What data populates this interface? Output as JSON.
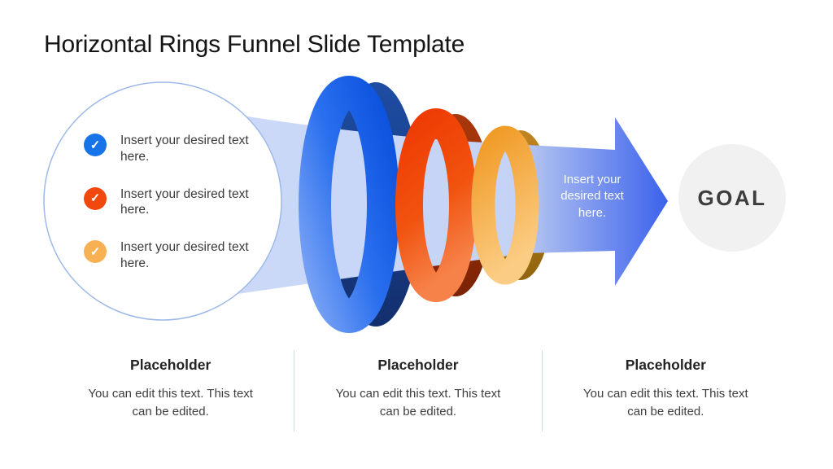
{
  "slide": {
    "title": "Horizontal Rings Funnel Slide Template",
    "background_color": "#ffffff"
  },
  "funnel": {
    "check_glyph": "✓",
    "bullets": [
      {
        "icon": "check-icon",
        "color": "#1673e8",
        "text": "Insert your desired text here."
      },
      {
        "icon": "check-icon",
        "color": "#f0480d",
        "text": "Insert your desired text here."
      },
      {
        "icon": "check-icon",
        "color": "#f7b054",
        "text": "Insert your desired text here."
      }
    ],
    "rings": [
      {
        "name": "blue-ring",
        "front_color": "#0a51dd",
        "back_color": "#1d4a9e"
      },
      {
        "name": "orange-ring",
        "front_color": "#ee3c04",
        "back_color": "#9a3007"
      },
      {
        "name": "amber-ring",
        "front_color": "#f09c28",
        "back_color": "#b67c15"
      }
    ],
    "band_color": "#c7d5f7",
    "arrow": {
      "text": "Insert your desired text here.",
      "color_start": "#b5c5f1",
      "color_end": "#3c62ec"
    },
    "goal": {
      "label": "GOAL",
      "circle_color": "#f1f1f2",
      "text_color": "#3d3d3d"
    }
  },
  "placeholders": [
    {
      "title": "Placeholder",
      "body": "You can edit this text. This text can be edited."
    },
    {
      "title": "Placeholder",
      "body": "You can edit this text. This text can be edited."
    },
    {
      "title": "Placeholder",
      "body": "You can edit this text. This text can be edited."
    }
  ]
}
